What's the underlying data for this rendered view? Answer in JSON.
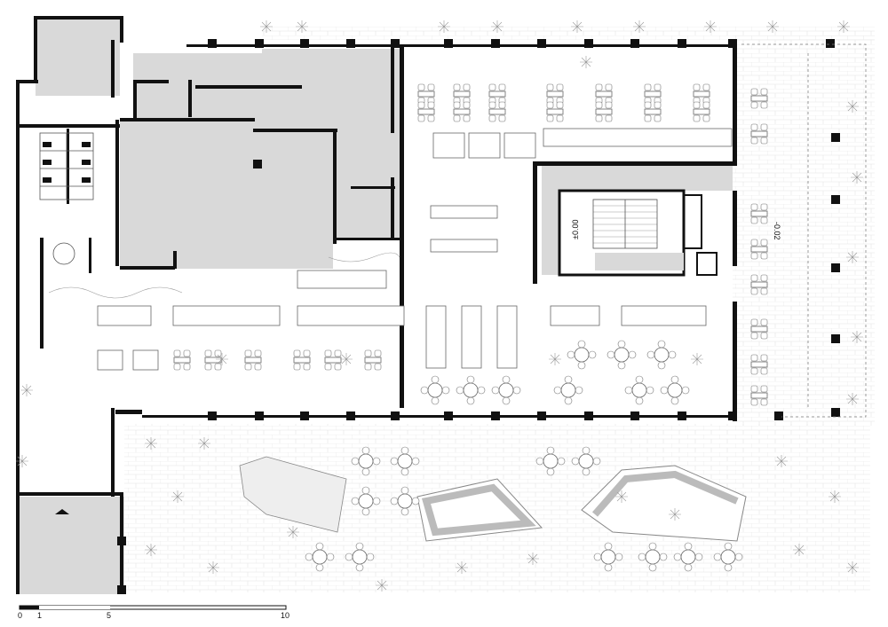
{
  "levels": {
    "main_level": "±0.00",
    "terrace_level": "-0.02"
  },
  "scale_bar": {
    "ticks": [
      "0",
      "1",
      "5",
      "10"
    ],
    "tick_values": [
      0,
      1,
      5,
      10
    ]
  },
  "colors": {
    "wall": "#111111",
    "core_fill": "#d9d9d9",
    "line": "#555555",
    "background": "#ffffff"
  }
}
